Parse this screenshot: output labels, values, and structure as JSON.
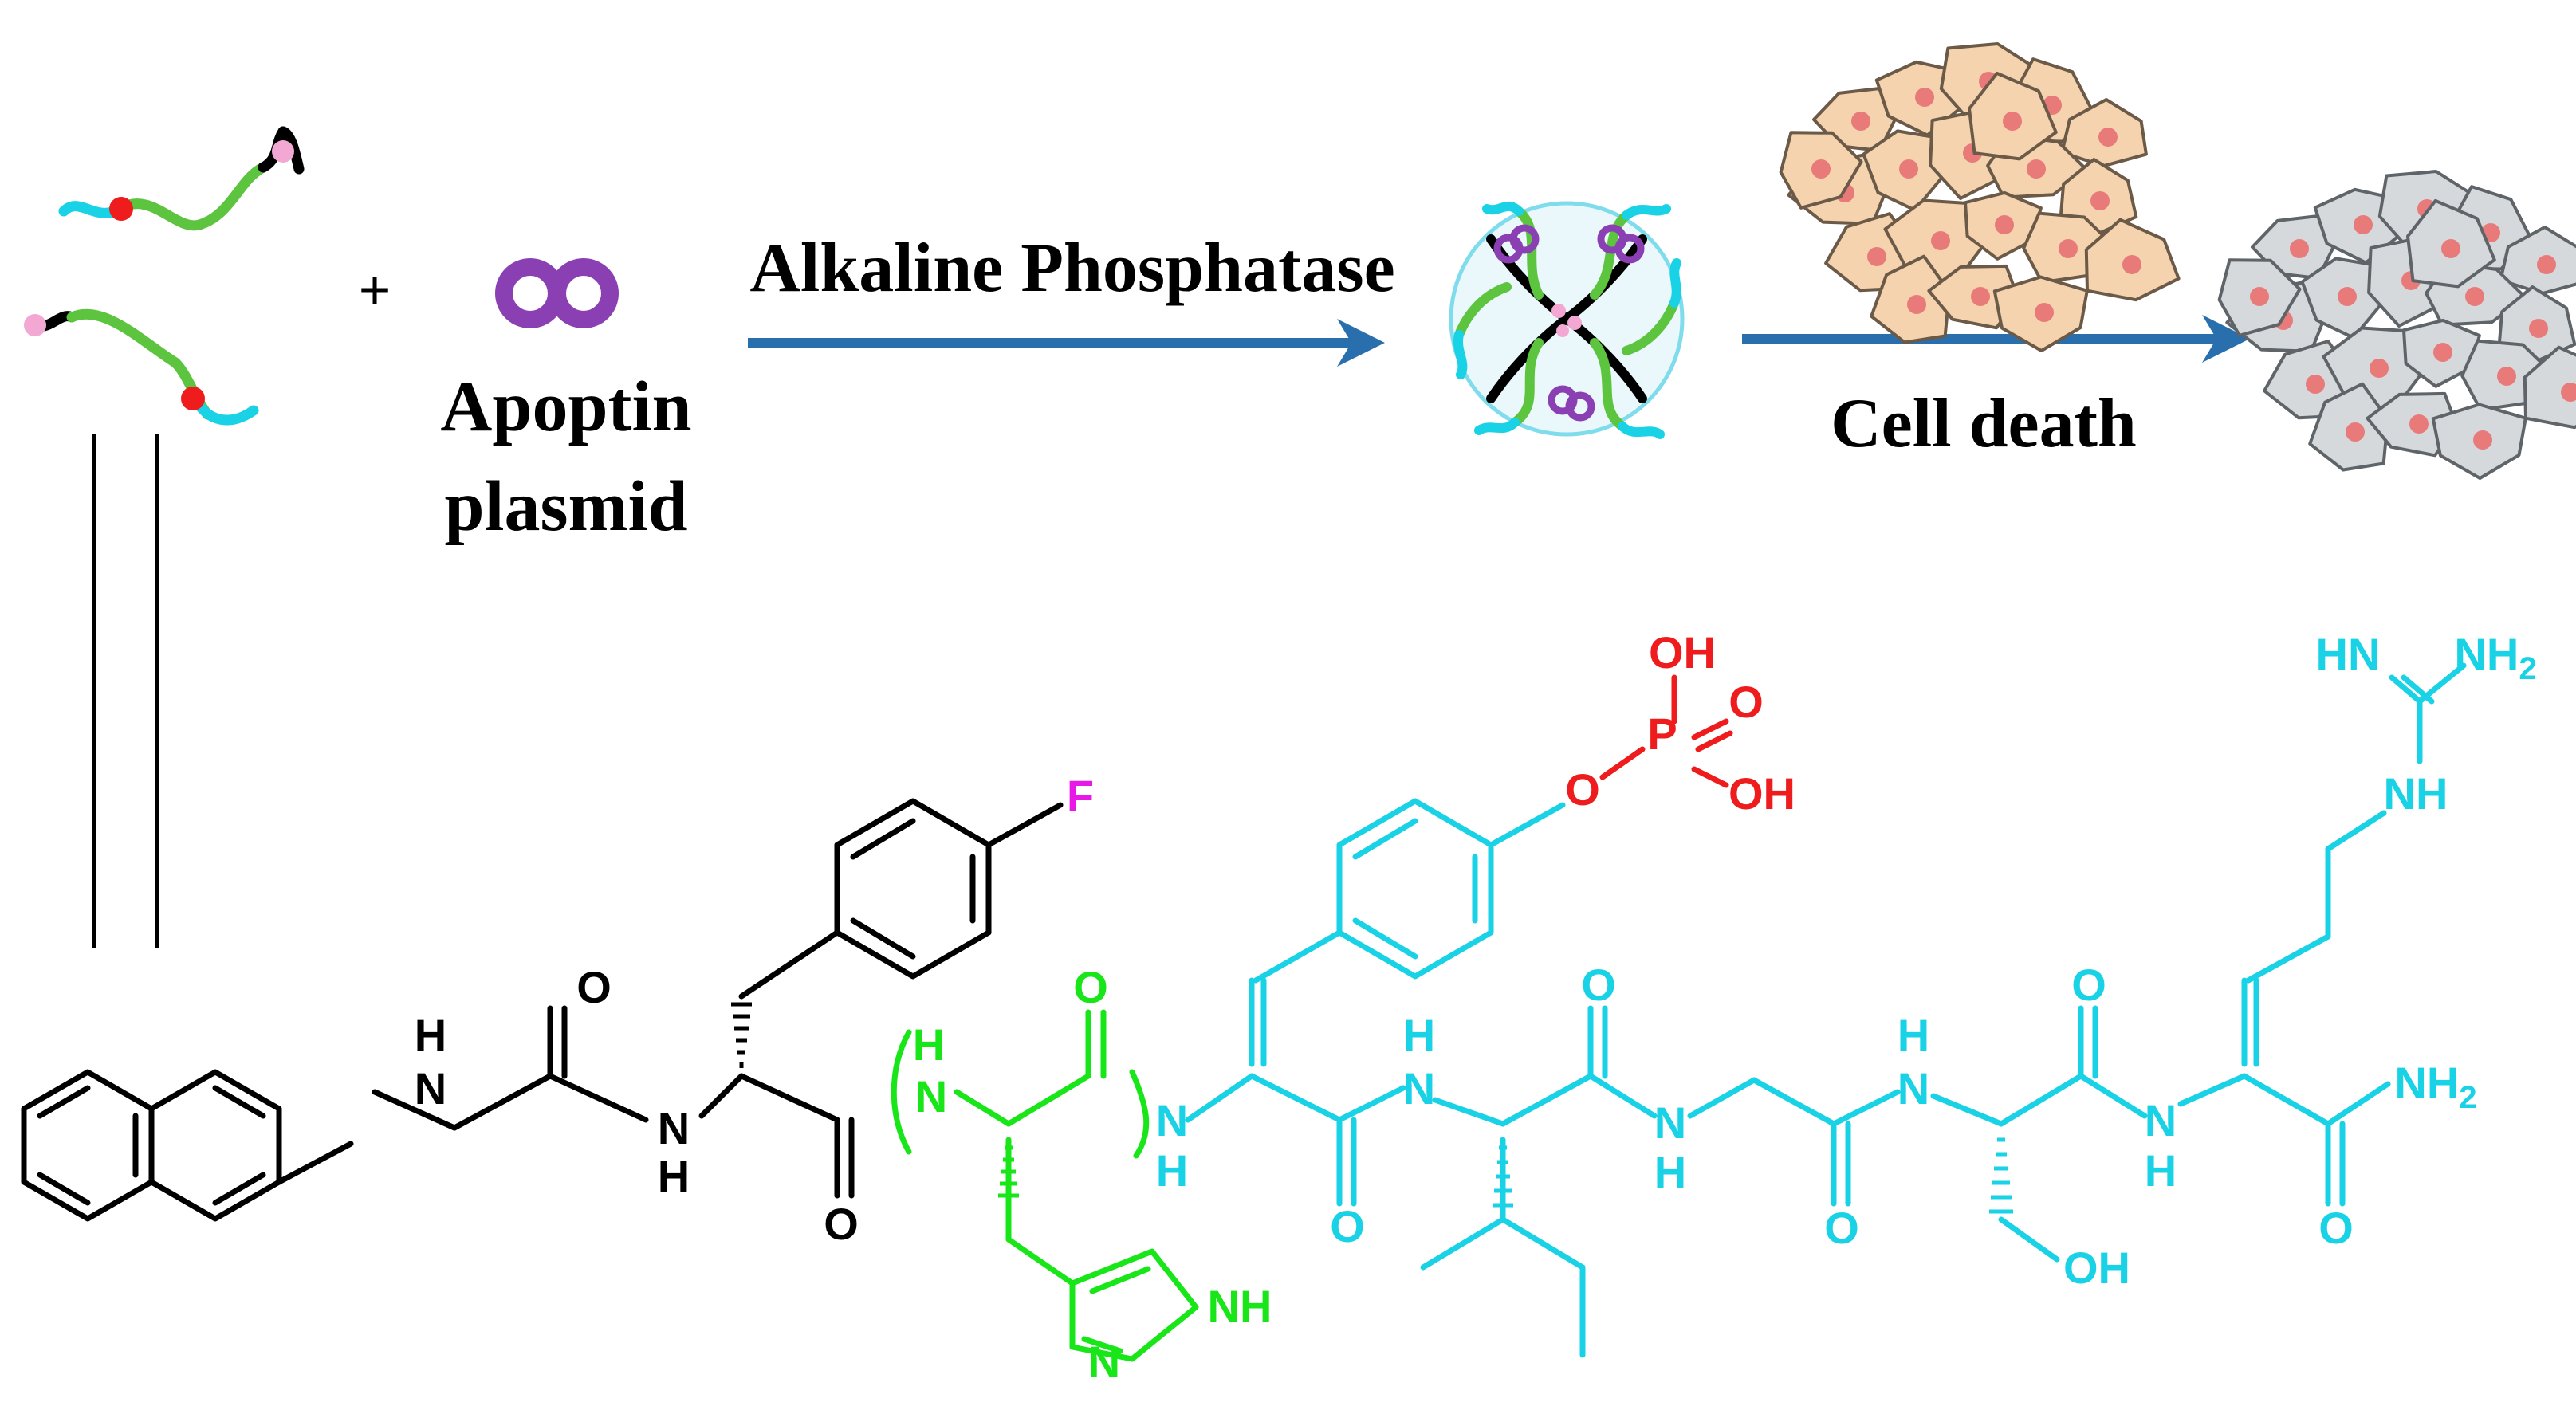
{
  "title": "",
  "labels": {
    "plus": "+",
    "enzyme": "Alkaline Phosphatase",
    "plasmid_line1": "Apoptin",
    "plasmid_line2": "plasmid",
    "outcome": "Cell death"
  },
  "atoms": {
    "h_nap": "H",
    "n_nap": "N",
    "o_gly": "O",
    "n_phe": "N",
    "h_phe": "H",
    "o_phe": "O",
    "f": "F",
    "h_his": "H",
    "n_his": "N",
    "o_his": "O",
    "nh_imid": "NH",
    "n_imid": "N",
    "n_tyr": "N",
    "h_tyr": "H",
    "o_tyr": "O",
    "o_phos": "O",
    "p": "P",
    "oh1": "OH",
    "o_dbl": "O",
    "oh2": "OH",
    "h_ile": "H",
    "n_ile": "N",
    "o_ile": "O",
    "n_gly2": "N",
    "h_gly2": "H",
    "o_gly2": "O",
    "h_ser": "H",
    "n_ser": "N",
    "o_ser": "O",
    "oh_ser": "OH",
    "n_arg": "N",
    "h_arg": "H",
    "o_arg": "O",
    "nh2_c": "NH",
    "nh2_c_sub": "2",
    "hn": "HN",
    "nh2_g": "NH",
    "nh2_g_sub": "2",
    "nh_g": "NH"
  },
  "colors": {
    "naphthyl": "#000000",
    "histidine": "#19e619",
    "peptide": "#19d2e6",
    "phosphate": "#ee1c1c",
    "fluorine": "#e619e6",
    "arrow": "#2a6fad",
    "plasmid": "#8a3fb3",
    "live_cell": "#f5d3ae",
    "dead_cell": "#d5d9dc",
    "nucleus": "#e87a7a"
  }
}
